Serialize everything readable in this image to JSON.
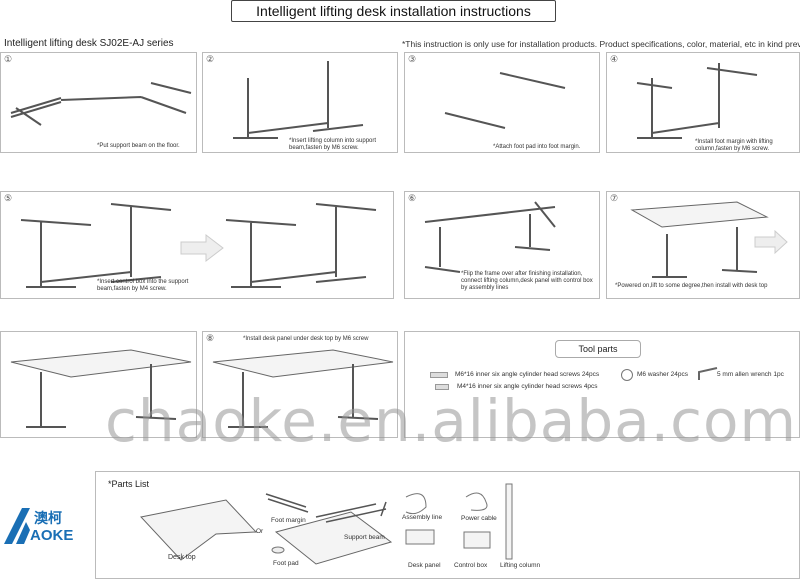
{
  "title": "Intelligent lifting desk installation instructions",
  "series": "Intelligent lifting desk SJ02E-AJ  series",
  "note": "*This instruction is only use for installation products. Product specifications, color, material, etc in kind prevail.",
  "steps": [
    {
      "num": "①",
      "caption": "*Put support beam on the floor."
    },
    {
      "num": "②",
      "caption": "*Insert lifting column into support beam,fasten by M6 screw."
    },
    {
      "num": "③",
      "caption": "*Attach foot pad into foot margin."
    },
    {
      "num": "④",
      "caption": "*Install foot margin with lifting column,fasten by M6 screw."
    },
    {
      "num": "⑤",
      "caption": "*Insert control box into the support beam,fasten by M4 screw."
    },
    {
      "num": "⑥",
      "caption": "*Flip the frame over after finishing installation, connect lifting column,desk panel with control box by assembly lines"
    },
    {
      "num": "⑦",
      "caption": "*Powered on,lift to some degree,then install with desk top"
    },
    {
      "num": "⑧",
      "caption": "*Install desk panel under desk top by M6 screw"
    }
  ],
  "tools": {
    "title": "Tool parts",
    "items": [
      "M6*16 inner six angle cylinder head screws  24pcs",
      "M6 washer 24pcs",
      "5 mm allen wrench   1pc",
      "M4*16 inner six angle cylinder head screws  4pcs"
    ]
  },
  "parts": {
    "title": "*Parts List",
    "or": "Or",
    "items": [
      "Desk top",
      "Foot margin",
      "Foot pad",
      "Support beam",
      "Assembly line",
      "Power cable",
      "Desk panel",
      "Control box",
      "Lifting column"
    ]
  },
  "logo": {
    "cn": "澳柯",
    "en": "AOKE",
    "color": "#1a6fb5"
  },
  "watermark": "chaoke.en.alibaba.com"
}
